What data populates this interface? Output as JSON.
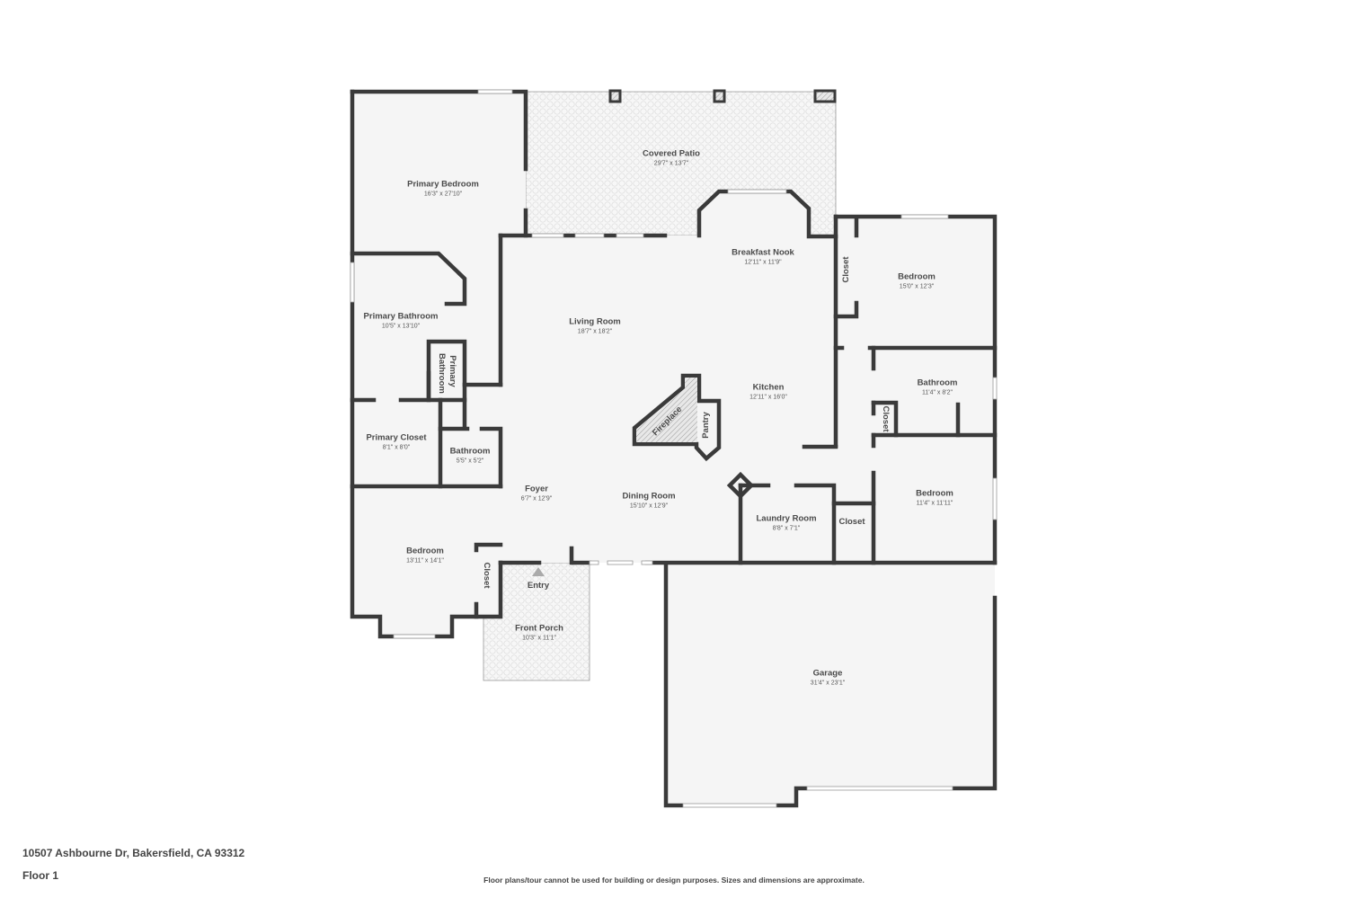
{
  "plan": {
    "address": "10507 Ashbourne Dr, Bakersfield, CA 93312",
    "floor": "Floor 1",
    "disclaimer": "Floor plans/tour cannot be used for building or design purposes. Sizes and dimensions are approximate.",
    "colors": {
      "wall": "#3a3a3a",
      "floor": "#f5f5f5",
      "patio_pattern": "#d9d9d9",
      "text": "#4a4a4a"
    }
  },
  "rooms": {
    "primary_bedroom": {
      "name": "Primary Bedroom",
      "dim": "16'3\" x 27'10\""
    },
    "covered_patio": {
      "name": "Covered Patio",
      "dim": "29'7\" x 13'7\""
    },
    "breakfast_nook": {
      "name": "Breakfast Nook",
      "dim": "12'11\" x 11'9\""
    },
    "bedroom_ne": {
      "name": "Bedroom",
      "dim": "15'0\" x 12'3\""
    },
    "closet_ne": {
      "name": "Closet"
    },
    "living_room": {
      "name": "Living Room",
      "dim": "18'7\" x 18'2\""
    },
    "primary_bathroom": {
      "name": "Primary Bathroom",
      "dim": "10'5\" x 13'10\""
    },
    "primary_bathroom_wc": {
      "name": "Primary Bathroom"
    },
    "kitchen": {
      "name": "Kitchen",
      "dim": "12'11\" x 16'0\""
    },
    "bathroom_e": {
      "name": "Bathroom",
      "dim": "11'4\" x 8'2\""
    },
    "closet_e": {
      "name": "Closet"
    },
    "fireplace": {
      "name": "Fireplace"
    },
    "pantry": {
      "name": "Pantry"
    },
    "primary_closet": {
      "name": "Primary Closet",
      "dim": "8'1\" x 8'0\""
    },
    "bathroom_w": {
      "name": "Bathroom",
      "dim": "5'5\" x 5'2\""
    },
    "foyer": {
      "name": "Foyer",
      "dim": "6'7\" x 12'9\""
    },
    "dining_room": {
      "name": "Dining Room",
      "dim": "15'10\" x 12'9\""
    },
    "laundry_room": {
      "name": "Laundry Room",
      "dim": "8'8\" x 7'1\""
    },
    "closet_laundry": {
      "name": "Closet"
    },
    "bedroom_se": {
      "name": "Bedroom",
      "dim": "11'4\" x 11'11\""
    },
    "bedroom_sw": {
      "name": "Bedroom",
      "dim": "13'11\" x 14'1\""
    },
    "closet_sw": {
      "name": "Closet"
    },
    "entry": {
      "name": "Entry"
    },
    "front_porch": {
      "name": "Front Porch",
      "dim": "10'3\" x 11'1\""
    },
    "garage": {
      "name": "Garage",
      "dim": "31'4\" x 23'1\""
    }
  }
}
